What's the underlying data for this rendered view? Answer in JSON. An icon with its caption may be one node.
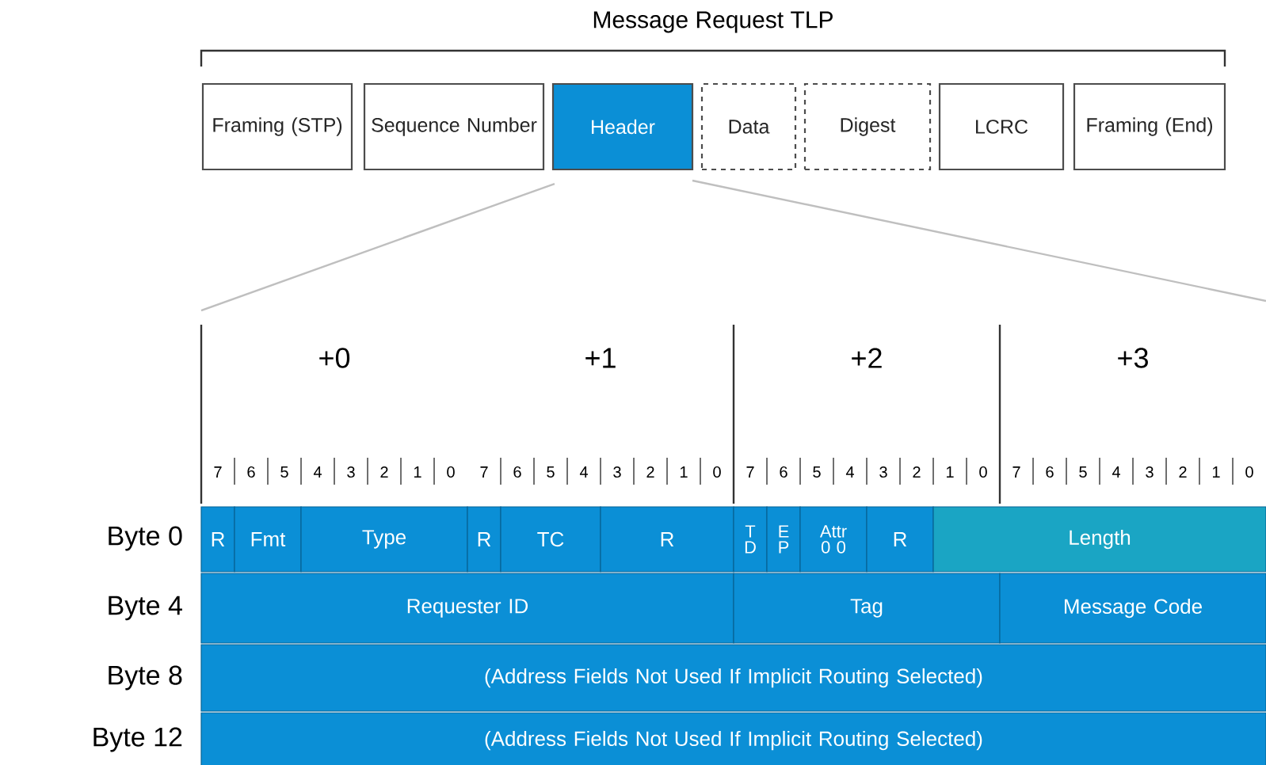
{
  "diagram": {
    "title": "Message Request TLP",
    "nodes": [
      {
        "text": [
          "Framing (STP)"
        ]
      },
      {
        "text": [
          "Sequence Number"
        ]
      },
      {
        "text": [
          "Header"
        ]
      },
      {
        "text": [
          "Data"
        ]
      },
      {
        "text": [
          "Digest"
        ]
      },
      {
        "text": [
          "LCRC"
        ]
      },
      {
        "text": [
          "Framing (End)"
        ]
      },
      {
        "text": [
          "R"
        ]
      },
      {
        "text": [
          "Fmt"
        ]
      },
      {
        "text": [
          "Type"
        ]
      },
      {
        "text": [
          "R"
        ]
      },
      {
        "text": [
          "TC"
        ]
      },
      {
        "text": [
          "R"
        ]
      },
      {
        "text": [
          "T D"
        ]
      },
      {
        "text": [
          "E P"
        ]
      },
      {
        "text": [
          "Attr",
          "0 0"
        ]
      },
      {
        "text": [
          "R"
        ]
      },
      {
        "text": [
          "Length"
        ]
      },
      {
        "text": [
          "Requester ID"
        ]
      },
      {
        "text": [
          "Tag"
        ]
      },
      {
        "text": [
          "Message Code"
        ]
      },
      {
        "text": [
          "(Address Fields Not Used If Implicit Routing Selected)"
        ]
      },
      {
        "text": [
          "(Address Fields Not Used If Implicit Routing Selected)"
        ]
      }
    ],
    "labels": [
      "+0",
      "+1",
      "+2",
      "+3",
      "7",
      "6",
      "5",
      "4",
      "3",
      "2",
      "1",
      "0",
      "7",
      "6",
      "5",
      "4",
      "3",
      "2",
      "1",
      "0",
      "7",
      "6",
      "5",
      "4",
      "3",
      "2",
      "1",
      "0",
      "7",
      "6",
      "5",
      "4",
      "3",
      "2",
      "1",
      "0",
      "Byte 0",
      "Byte 4",
      "Byte 8",
      "Byte 12"
    ]
  }
}
